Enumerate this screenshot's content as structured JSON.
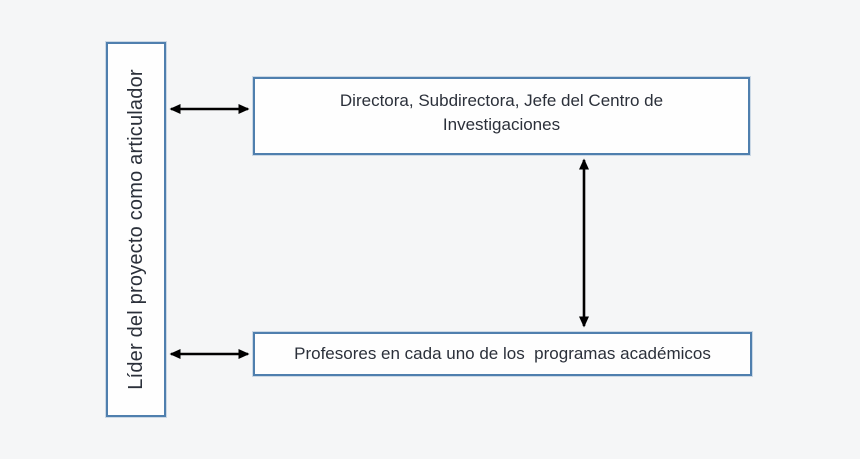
{
  "diagram": {
    "left_box": {
      "label": "Líder del proyecto como articulador"
    },
    "top_box": {
      "label": "Directora, Subdirectora, Jefe del Centro de Investigaciones"
    },
    "bottom_box": {
      "label": "Profesores en cada uno de los  programas académicos"
    },
    "connectors": [
      {
        "name": "lider-directora",
        "type": "horizontal-double-arrow"
      },
      {
        "name": "lider-profesores",
        "type": "horizontal-double-arrow"
      },
      {
        "name": "directora-profesores",
        "type": "vertical-double-arrow"
      }
    ]
  },
  "colors": {
    "background": "#f5f6f7",
    "box_fill": "#fefefe",
    "box_border": "#4f7fae",
    "text": "#2b303a",
    "arrow": "#000000"
  }
}
